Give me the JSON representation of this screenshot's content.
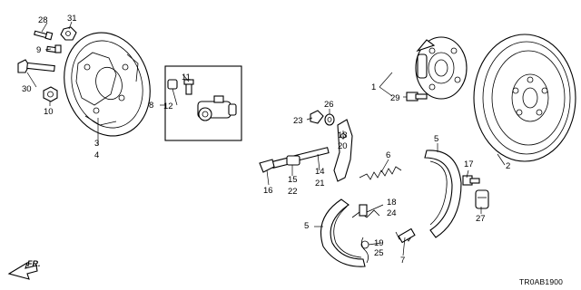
{
  "diagram": {
    "callouts": [
      "1",
      "2",
      "3",
      "4",
      "5",
      "5",
      "6",
      "7",
      "8",
      "9",
      "10",
      "11",
      "12",
      "13",
      "14",
      "15",
      "16",
      "17",
      "18",
      "19",
      "20",
      "21",
      "22",
      "23",
      "24",
      "25",
      "26",
      "27",
      "28",
      "29",
      "30",
      "31"
    ],
    "direction_label": "FR.",
    "diagram_code": "TR0AB1900"
  }
}
